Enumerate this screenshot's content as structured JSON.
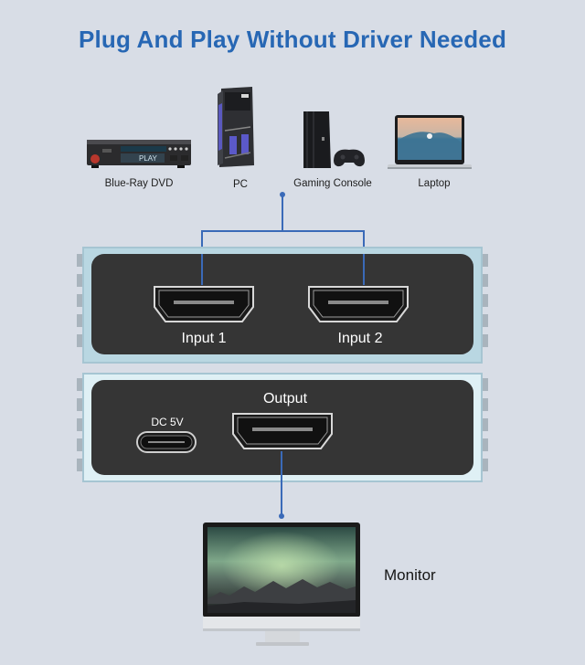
{
  "title": "Plug And Play Without Driver Needed",
  "colors": {
    "background": "#d8dde6",
    "title": "#2767b4",
    "connector_line": "#3a6ab8",
    "panel": "#353535",
    "frame": "#b9d7e2"
  },
  "sources": [
    {
      "label": "Blue-Ray DVD",
      "icon": "bluray-player-icon"
    },
    {
      "label": "PC",
      "icon": "desktop-pc-icon"
    },
    {
      "label": "Gaming Console",
      "icon": "gaming-console-icon"
    },
    {
      "label": "Laptop",
      "icon": "laptop-icon"
    }
  ],
  "switch": {
    "inputs": [
      {
        "label": "Input 1",
        "type": "HDMI"
      },
      {
        "label": "Input 2",
        "type": "HDMI"
      }
    ],
    "power": {
      "label": "DC 5V",
      "type": "USB-C"
    },
    "output": {
      "label": "Output",
      "type": "HDMI"
    }
  },
  "display": {
    "label": "Monitor",
    "icon": "monitor-icon"
  },
  "bluray_screen_text": "PLAY"
}
